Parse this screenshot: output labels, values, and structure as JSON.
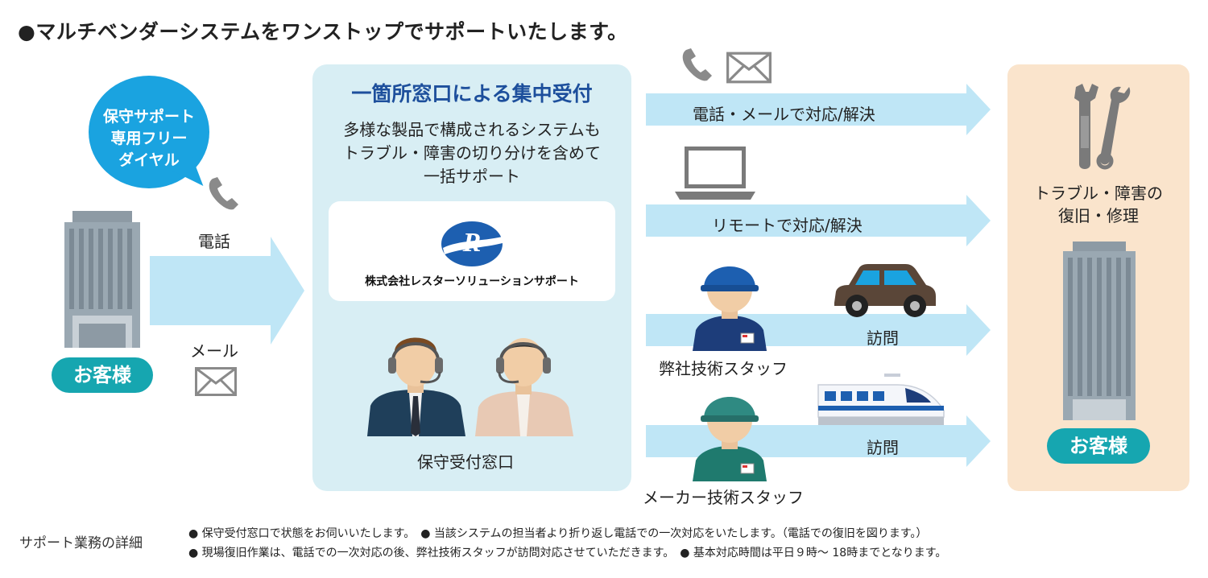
{
  "title": "●マルチベンダーシステムをワンストップでサポートいたします。",
  "bubble": {
    "lines": [
      "保守サポート",
      "専用フリー",
      "ダイヤル"
    ]
  },
  "left": {
    "tel_label": "電話",
    "mail_label": "メール",
    "customer": "お客様"
  },
  "center": {
    "heading": "一箇所窓口による集中受付",
    "desc": [
      "多様な製品で構成されるシステムも",
      "トラブル・障害の切り分けを含めて",
      "一括サポート"
    ],
    "company": "株式会社レスターソリューションサポート",
    "desk": "保守受付窓口"
  },
  "routes": [
    {
      "label": "電話・メールで対応/解決"
    },
    {
      "label": "リモートで対応/解決"
    },
    {
      "label": "訪問",
      "staff": "弊社技術スタッフ"
    },
    {
      "label": "訪問",
      "staff": "メーカー技術スタッフ"
    }
  ],
  "right": {
    "lines": [
      "トラブル・障害の",
      "復旧・修理"
    ],
    "customer": "お客様"
  },
  "footer": {
    "title": "サポート業務の詳細",
    "line1": "● 保守受付窓口で状態をお伺いいたします。　● 当該システムの担当者より折り返し電話での一次対応をいたします。（電話での復旧を図ります。）",
    "line2": "● 現場復旧作業は、電話での一次対応の後、弊社技術スタッフが訪問対応させていただきます。　● 基本対応時間は平日９時～ 18時までとなります。"
  },
  "colors": {
    "bubble": "#1aa3e0",
    "pill": "#16a6b0",
    "arrow": "#bfe6f6",
    "center_bg": "#d8eef4",
    "right_bg": "#fae4cc",
    "heading": "#1d4f9c"
  }
}
